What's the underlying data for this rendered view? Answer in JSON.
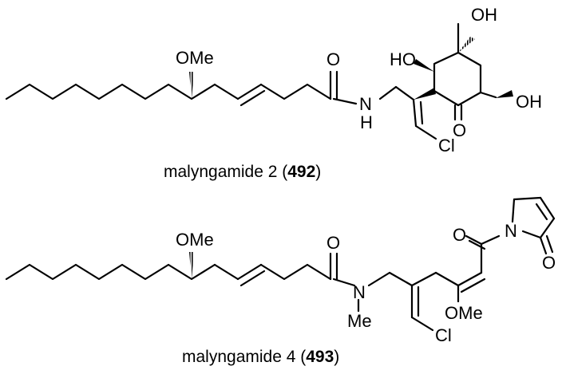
{
  "compounds": [
    {
      "name_text": "malyngamide 2 (",
      "number": "492",
      "close": ")",
      "labels": {
        "ome": "OMe",
        "o_amide": "O",
        "nh_n": "N",
        "nh_h": "H",
        "ho": "HO",
        "oh_top": "OH",
        "oh_right": "OH",
        "o_ketone": "O",
        "cl": "Cl"
      }
    },
    {
      "name_text": "malyngamide 4 (",
      "number": "493",
      "close": ")",
      "labels": {
        "ome": "OMe",
        "o_amide": "O",
        "n": "N",
        "me": "Me",
        "cl": "Cl",
        "ome_enol": "OMe",
        "o_acyl": "O",
        "n_pyrrolinone": "N",
        "o_lactam": "O"
      }
    }
  ]
}
